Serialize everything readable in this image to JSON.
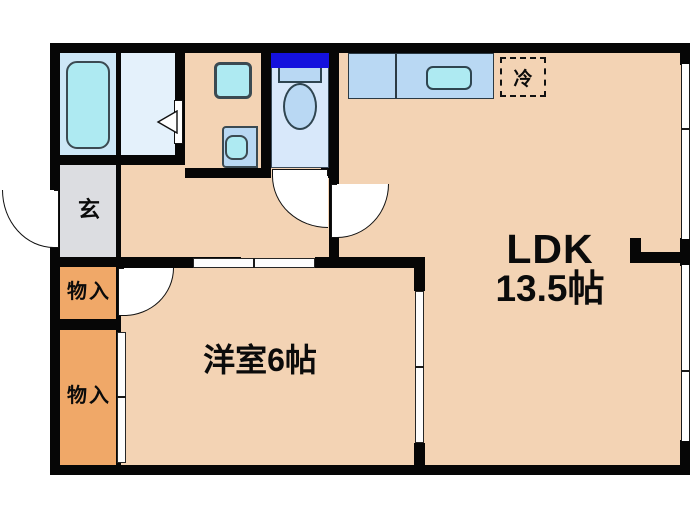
{
  "plan": {
    "kind": "japanese-apartment-floor-plan",
    "background_color": "#ffffff",
    "wall_color": "#060606",
    "floor_color": "#f3d3b4",
    "closet_color": "#f0a868",
    "entrance_color": "#dcdde1",
    "water_color": "#aeeaf2",
    "fixture_color": "#b9d8f3",
    "accent_blue": "#1411dd"
  },
  "rooms": [
    {
      "id": "ldk",
      "name_main": "LDK",
      "name_sub": "13.5帖"
    },
    {
      "id": "washitsu",
      "name_main": "洋室6帖",
      "name_sub": ""
    },
    {
      "id": "genkan",
      "name_main": "玄",
      "name_sub": ""
    },
    {
      "id": "closet_upper",
      "name_main": "物入",
      "name_sub": ""
    },
    {
      "id": "closet_lower",
      "name_main": "物入",
      "name_sub": ""
    }
  ],
  "labels": {
    "ldk_title": "LDK",
    "ldk_area": "13.5帖",
    "bedroom": "洋室6帖",
    "entrance": "玄",
    "storage_upper": "物入",
    "storage_lower": "物入",
    "fridge": "冷"
  },
  "fixtures": [
    {
      "name": "bathtub",
      "room": "bathroom"
    },
    {
      "name": "washroom-floor",
      "room": "washroom"
    },
    {
      "name": "washing-machine-pan",
      "room": "washroom"
    },
    {
      "name": "vanity-sink",
      "room": "washroom"
    },
    {
      "name": "toilet-bowl",
      "room": "toilet"
    },
    {
      "name": "toilet-tank",
      "room": "toilet"
    },
    {
      "name": "kitchen-counter",
      "room": "ldk"
    },
    {
      "name": "kitchen-sink",
      "room": "ldk"
    },
    {
      "name": "refrigerator-space",
      "room": "ldk"
    }
  ],
  "openings": [
    {
      "name": "entrance-door",
      "type": "swing"
    },
    {
      "name": "bathroom-door",
      "type": "swing"
    },
    {
      "name": "toilet-door",
      "type": "swing"
    },
    {
      "name": "ldk-hall-door",
      "type": "swing"
    },
    {
      "name": "bedroom-closet-door",
      "type": "swing"
    },
    {
      "name": "bedroom-entry-sliding",
      "type": "sliding"
    },
    {
      "name": "bedroom-ldk-sliding",
      "type": "sliding"
    },
    {
      "name": "storage-sliding",
      "type": "sliding"
    },
    {
      "name": "ldk-window-upper",
      "type": "window"
    },
    {
      "name": "ldk-window-lower",
      "type": "window"
    },
    {
      "name": "bedroom-window",
      "type": "window"
    }
  ]
}
